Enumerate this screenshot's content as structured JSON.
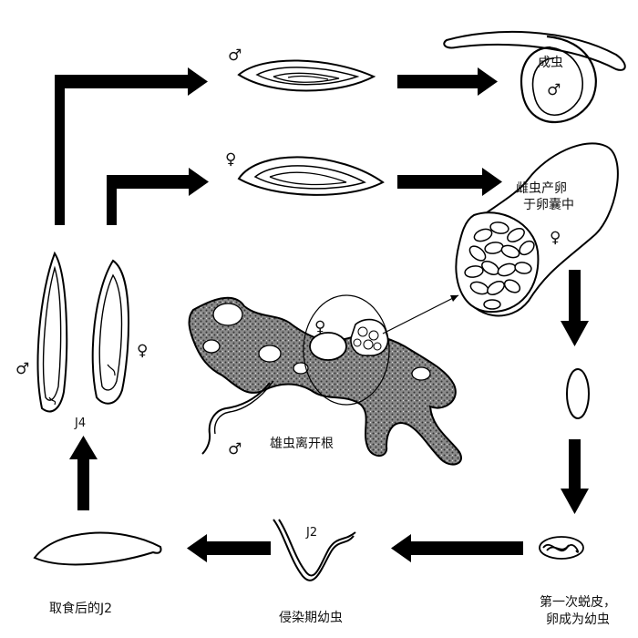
{
  "labels": {
    "adult": "成虫",
    "female_lays": "雌虫产卵",
    "in_egg_sac": "于卵囊中",
    "first_molt": "第一次蜕皮，",
    "egg_to_larva": "卵成为幼虫",
    "infective_juvenile": "侵染期幼虫",
    "j2": "J2",
    "fed_j2": "取食后的J2",
    "j4": "J4",
    "male_leaves_root": "雄虫离开根"
  },
  "symbols": {
    "male": "♂",
    "female": "♀"
  }
}
